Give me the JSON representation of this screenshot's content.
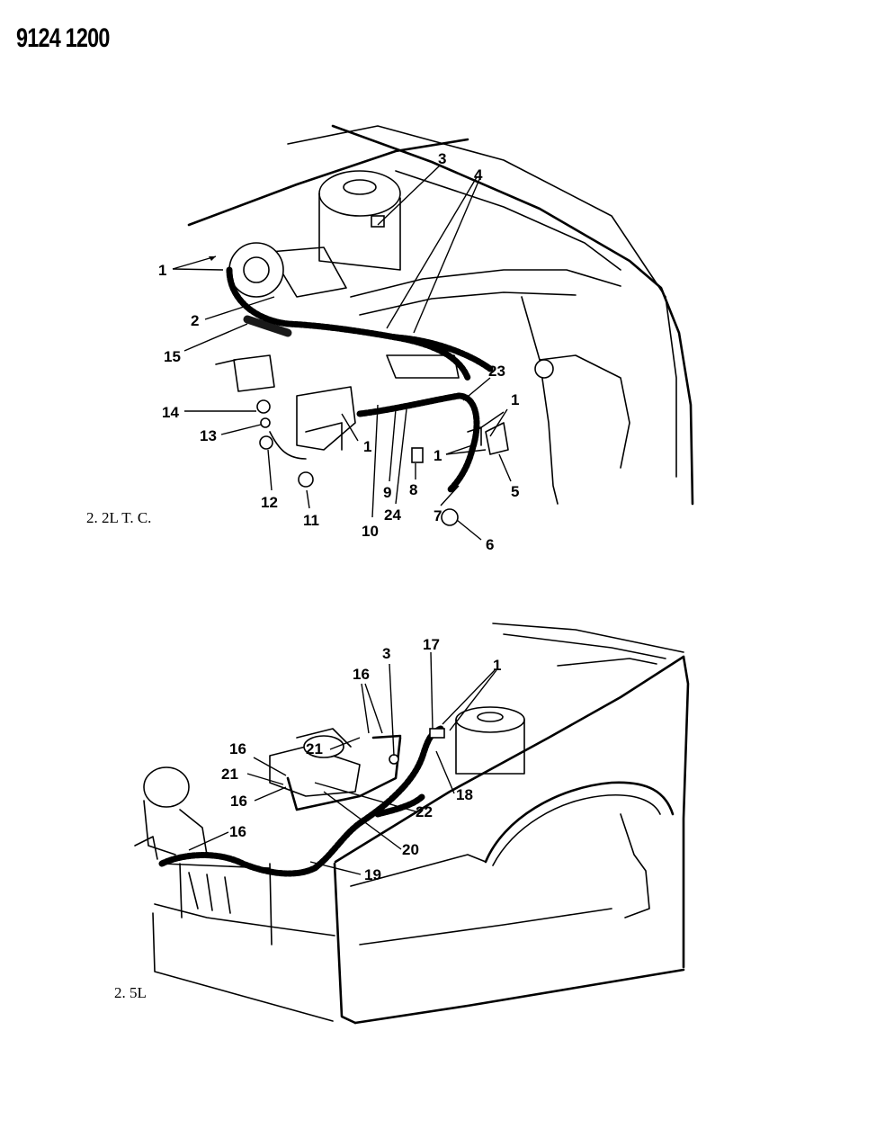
{
  "header": {
    "doc_number": "9124 1200"
  },
  "views": {
    "top": {
      "caption": "2. 2L  T. C.",
      "callouts": [
        "1",
        "2",
        "15",
        "3",
        "4",
        "14",
        "13",
        "12",
        "11",
        "1",
        "10",
        "9",
        "24",
        "8",
        "23",
        "1",
        "1",
        "5",
        "7",
        "6"
      ]
    },
    "bottom": {
      "caption": "2. 5L",
      "callouts": [
        "3",
        "17",
        "1",
        "16",
        "21",
        "16",
        "21",
        "16",
        "16",
        "22",
        "18",
        "20",
        "19"
      ]
    }
  }
}
